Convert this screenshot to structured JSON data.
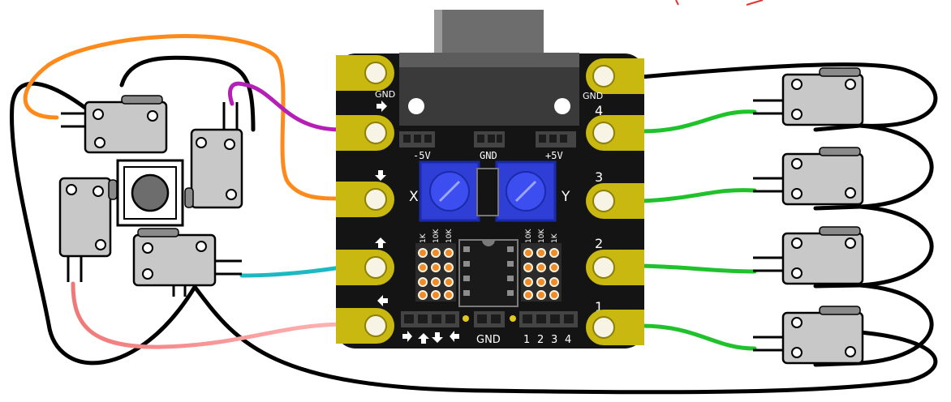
{
  "board": {
    "left_pads": [
      {
        "id": "gnd",
        "label": "GND",
        "icon": "gnd-label"
      },
      {
        "id": "right",
        "label": "",
        "icon": "arrow-right-icon"
      },
      {
        "id": "down",
        "label": "",
        "icon": "arrow-down-icon"
      },
      {
        "id": "up",
        "label": "",
        "icon": "arrow-up-icon"
      },
      {
        "id": "left",
        "label": "",
        "icon": "arrow-left-icon"
      }
    ],
    "right_pads": [
      {
        "id": "gnd",
        "label": "GND"
      },
      {
        "id": "4",
        "label": "4"
      },
      {
        "id": "3",
        "label": "3"
      },
      {
        "id": "2",
        "label": "2"
      },
      {
        "id": "1",
        "label": "1"
      }
    ],
    "header_labels": {
      "minus5v": "-5V",
      "gnd": "GND",
      "plus5v": "+5V"
    },
    "pot_labels": {
      "x": "X",
      "y": "Y"
    },
    "resistor_labels_left": [
      "1K",
      "10K",
      "10K"
    ],
    "resistor_labels_right": [
      "10K",
      "10K",
      "1K"
    ],
    "bottom_gnd": "GND",
    "bottom_numbers": [
      "1",
      "2",
      "3",
      "4"
    ],
    "bottom_arrows": [
      "arrow-right-icon",
      "arrow-up-icon",
      "arrow-down-icon",
      "arrow-left-icon"
    ]
  },
  "colors": {
    "board": "#141414",
    "pad": "#c8b810",
    "pad_hole": "#f7f4e6",
    "pot": "#2f3fd6",
    "wire_orange": "#ff8a1c",
    "wire_purple": "#b51fb6",
    "wire_teal": "#1db9c2",
    "wire_pink": "#f08080",
    "wire_green": "#1fc22a",
    "wire_black": "#000000",
    "switch_body": "#c8c8c8"
  }
}
